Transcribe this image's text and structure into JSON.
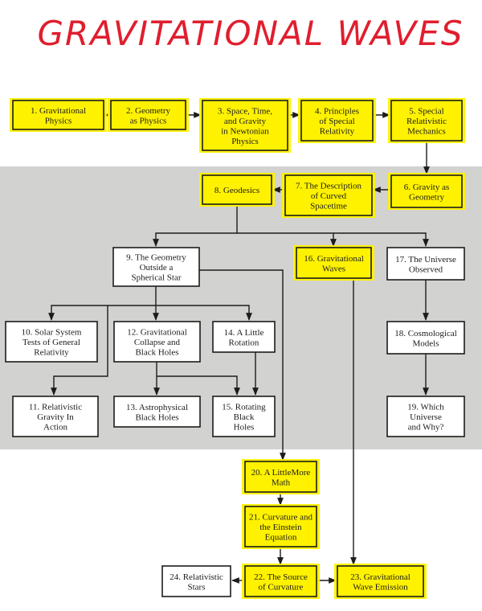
{
  "title": "GRAVITATIONAL WAVES",
  "colors": {
    "ink": "#1c1c1c",
    "title_red": "#e01e2e",
    "highlight": "#fff200",
    "shade": "#d2d2d0",
    "paper": "#ffffff"
  },
  "boxes": [
    {
      "id": "b1",
      "lines": [
        "1. Gravitational",
        "Physics"
      ],
      "highlighted": true
    },
    {
      "id": "b2",
      "lines": [
        "2. Geometry",
        "as Physics"
      ],
      "highlighted": true
    },
    {
      "id": "b3",
      "lines": [
        "3. Space, Time,",
        "and Gravity",
        "in Newtonian",
        "Physics"
      ],
      "highlighted": true
    },
    {
      "id": "b4",
      "lines": [
        "4. Principles",
        "of Special",
        "Relativity"
      ],
      "highlighted": true
    },
    {
      "id": "b5",
      "lines": [
        "5. Special",
        "Relativistic",
        "Mechanics"
      ],
      "highlighted": true
    },
    {
      "id": "b6",
      "lines": [
        "6. Gravity as",
        "Geometry"
      ],
      "highlighted": true
    },
    {
      "id": "b7",
      "lines": [
        "7. The Description",
        "of Curved",
        "Spacetime"
      ],
      "highlighted": true
    },
    {
      "id": "b8",
      "lines": [
        "8. Geodesics"
      ],
      "highlighted": true
    },
    {
      "id": "b9",
      "lines": [
        "9. The Geometry",
        "Outside a",
        "Spherical Star"
      ],
      "highlighted": false
    },
    {
      "id": "b16",
      "lines": [
        "16. Gravitational",
        "Waves"
      ],
      "highlighted": true
    },
    {
      "id": "b17",
      "lines": [
        "17. The Universe",
        "Observed"
      ],
      "highlighted": false
    },
    {
      "id": "b10",
      "lines": [
        "10. Solar System",
        "Tests of General",
        "Relativity"
      ],
      "highlighted": false
    },
    {
      "id": "b12",
      "lines": [
        "12. Gravitational",
        "Collapse and",
        "Black Holes"
      ],
      "highlighted": false
    },
    {
      "id": "b14",
      "lines": [
        "14. A Little",
        "Rotation"
      ],
      "highlighted": false
    },
    {
      "id": "b18",
      "lines": [
        "18. Cosmological",
        "Models"
      ],
      "highlighted": false
    },
    {
      "id": "b11",
      "lines": [
        "11. Relativistic",
        "Gravity In",
        "Action"
      ],
      "highlighted": false
    },
    {
      "id": "b13",
      "lines": [
        "13. Astrophysical",
        "Black Holes"
      ],
      "highlighted": false
    },
    {
      "id": "b15",
      "lines": [
        "15. Rotating",
        "Black",
        "Holes"
      ],
      "highlighted": false
    },
    {
      "id": "b19",
      "lines": [
        "19. Which",
        "Universe",
        "and Why?"
      ],
      "highlighted": false
    },
    {
      "id": "b20",
      "lines": [
        "20. A LittleMore",
        "Math"
      ],
      "highlighted": true
    },
    {
      "id": "b21",
      "lines": [
        "21. Curvature and",
        "the Einstein",
        "Equation"
      ],
      "highlighted": true
    },
    {
      "id": "b22",
      "lines": [
        "22. The Source",
        "of Curvature"
      ],
      "highlighted": true
    },
    {
      "id": "b23",
      "lines": [
        "23. Gravitational",
        "Wave Emission"
      ],
      "highlighted": true
    },
    {
      "id": "b24",
      "lines": [
        "24. Relativistic",
        "Stars"
      ],
      "highlighted": false
    }
  ]
}
